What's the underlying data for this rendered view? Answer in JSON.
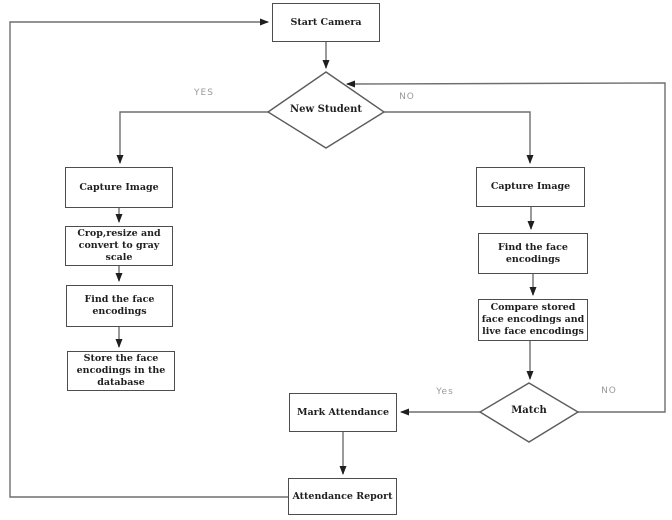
{
  "diagram": {
    "type": "flowchart",
    "nodes": {
      "start_camera": {
        "label": "Start Camera",
        "shape": "process"
      },
      "new_student": {
        "label": "New Student",
        "shape": "decision"
      },
      "capture_image_left": {
        "label": "Capture Image",
        "shape": "process"
      },
      "crop_resize": {
        "label": "Crop,resize and convert to gray scale",
        "shape": "process"
      },
      "find_encodings_left": {
        "label": "Find the face encodings",
        "shape": "process"
      },
      "store_encodings": {
        "label": "Store the face encodings in the database",
        "shape": "process"
      },
      "capture_image_right": {
        "label": "Capture Image",
        "shape": "process"
      },
      "find_encodings_right": {
        "label": "Find the face encodings",
        "shape": "process"
      },
      "compare_encodings": {
        "label": "Compare stored face encodings and live face encodings",
        "shape": "process"
      },
      "match": {
        "label": "Match",
        "shape": "decision"
      },
      "mark_attendance": {
        "label": "Mark Attendance",
        "shape": "process"
      },
      "attendance_report": {
        "label": "Attendance Report",
        "shape": "process"
      }
    },
    "edge_labels": {
      "new_student_yes": "YES",
      "new_student_no": "NO",
      "match_yes": "Yes",
      "match_no": "NO"
    },
    "edges": [
      {
        "from": "start_camera",
        "to": "new_student",
        "label": ""
      },
      {
        "from": "new_student",
        "to": "capture_image_left",
        "label": "YES"
      },
      {
        "from": "new_student",
        "to": "capture_image_right",
        "label": "NO"
      },
      {
        "from": "capture_image_left",
        "to": "crop_resize",
        "label": ""
      },
      {
        "from": "crop_resize",
        "to": "find_encodings_left",
        "label": ""
      },
      {
        "from": "find_encodings_left",
        "to": "store_encodings",
        "label": ""
      },
      {
        "from": "capture_image_right",
        "to": "find_encodings_right",
        "label": ""
      },
      {
        "from": "find_encodings_right",
        "to": "compare_encodings",
        "label": ""
      },
      {
        "from": "compare_encodings",
        "to": "match",
        "label": ""
      },
      {
        "from": "match",
        "to": "mark_attendance",
        "label": "Yes"
      },
      {
        "from": "match",
        "to": "new_student",
        "label": "NO"
      },
      {
        "from": "mark_attendance",
        "to": "attendance_report",
        "label": ""
      },
      {
        "from": "attendance_report",
        "to": "start_camera",
        "label": ""
      }
    ],
    "colors": {
      "background": "#ffffff",
      "box_fill": "#ffffff",
      "box_border": "#4d4d4d",
      "connector": "#6e6e6e",
      "arrowhead": "#1f1f1f",
      "node_text": "#1f1f1f",
      "edge_label_text": "#9a9a9a"
    }
  }
}
